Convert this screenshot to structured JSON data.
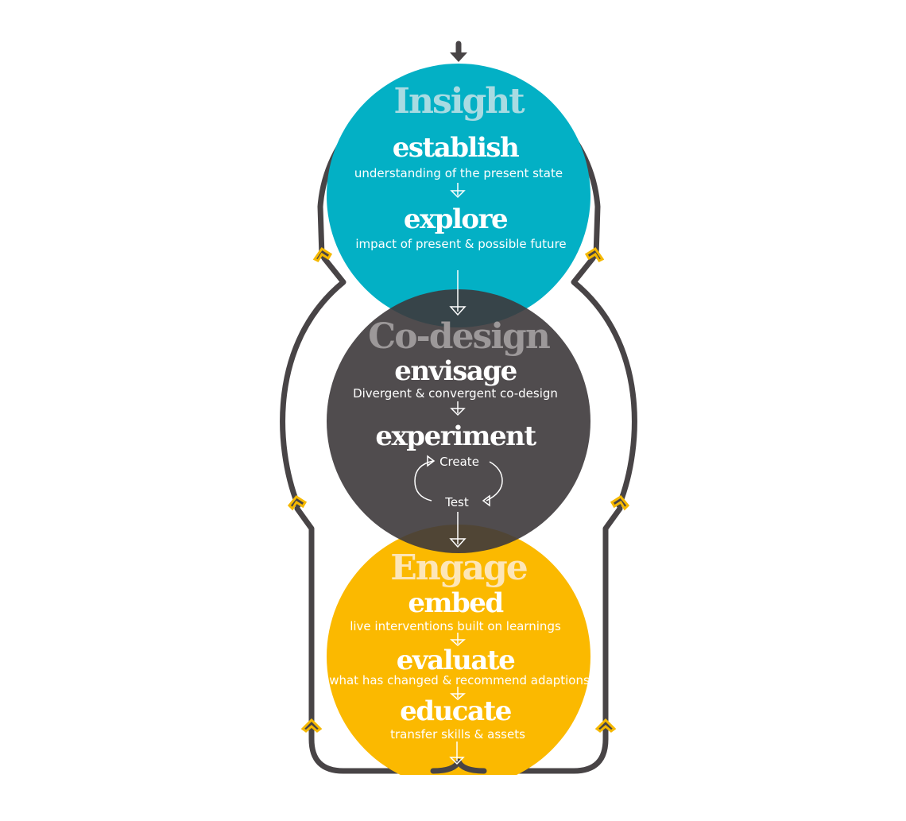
{
  "colors": {
    "insight": "#03b0c5",
    "codesign": "#484446",
    "engage": "#fbb900",
    "loop": "#484446",
    "chevron": "#f5b800"
  },
  "insight": {
    "title": "Insight",
    "steps": [
      {
        "name": "establish",
        "desc": "understanding of the present state"
      },
      {
        "name": "explore",
        "desc": "impact of present & possible future"
      }
    ]
  },
  "codesign": {
    "title": "Co-design",
    "steps": [
      {
        "name": "envisage",
        "desc": "Divergent & convergent co-design"
      },
      {
        "name": "experiment",
        "cycle": [
          "Create",
          "Test"
        ]
      }
    ]
  },
  "engage": {
    "title": "Engage",
    "steps": [
      {
        "name": "embed",
        "desc": "live interventions built on learnings"
      },
      {
        "name": "evaluate",
        "desc": "what has changed & recommend adaptions"
      },
      {
        "name": "educate",
        "desc": "transfer skills & assets"
      }
    ]
  }
}
